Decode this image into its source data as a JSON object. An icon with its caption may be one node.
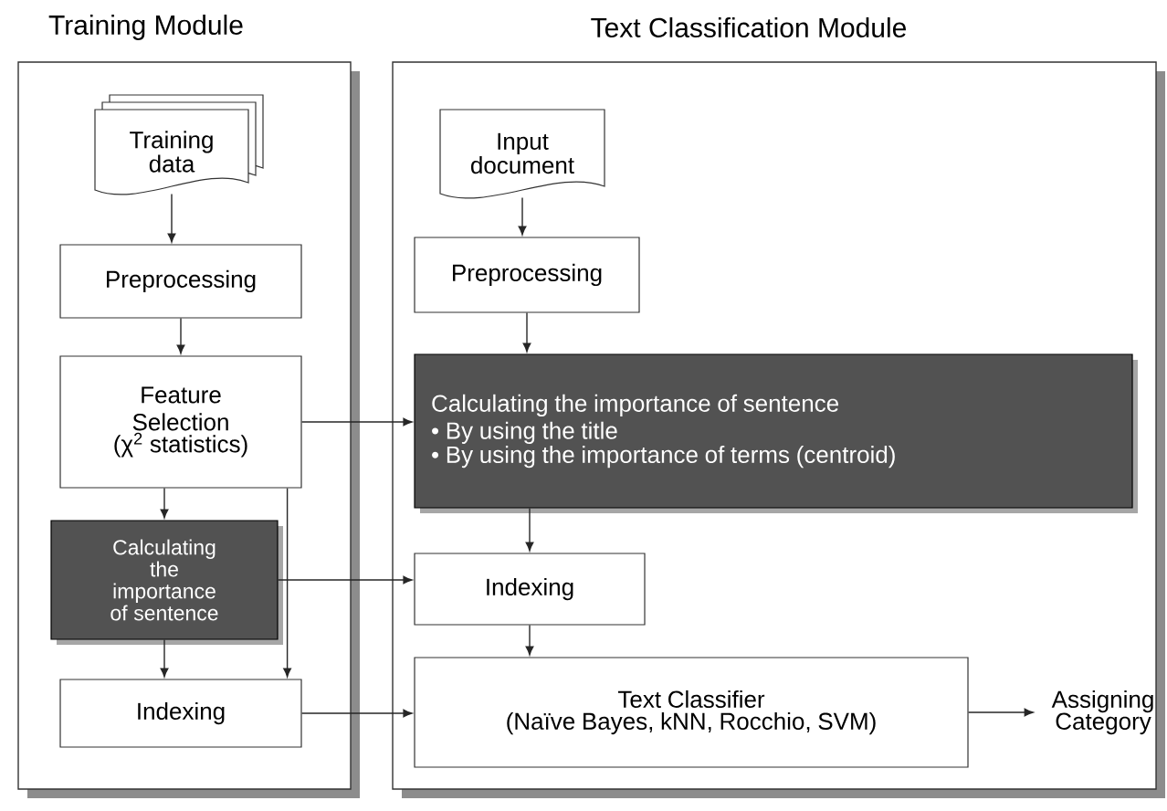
{
  "diagram": {
    "nodes": [
      {
        "text": [
          "Training Module"
        ]
      },
      {
        "text": [
          "Training data"
        ],
        "in": 0
      },
      {
        "text": [
          "Preprocessing"
        ],
        "in": 0
      },
      {
        "text": [
          "Feature Selection",
          "(χ$^{2}$ statistics)"
        ],
        "in": 0
      },
      {
        "text": [
          "Calculating the importance of sentence"
        ],
        "in": 0
      },
      {
        "text": [
          "Indexing"
        ],
        "in": 0
      },
      {
        "text": [
          "Text Classification Module"
        ]
      },
      {
        "text": [
          "Input document"
        ],
        "in": 6
      },
      {
        "text": [
          "Preprocessing"
        ],
        "in": 6
      },
      {
        "text": [
          "Calculating the importance of sentence",
          "• By using the title",
          "• By using the importance of terms (centroid)"
        ],
        "in": 6
      },
      {
        "text": [
          "Indexing"
        ],
        "in": 6
      },
      {
        "text": [
          "Text Classifier",
          "(Naïve Bayes, kNN, Rocchio, SVM)"
        ],
        "in": 6
      },
      {
        "text": [
          "Assigning Category"
        ],
        "in": 6
      }
    ],
    "edges": [
      {
        "from": 1,
        "to": 2,
        "arrow": "to"
      },
      {
        "from": 2,
        "to": 3,
        "arrow": "to"
      },
      {
        "from": 3,
        "to": 4,
        "arrow": "to"
      },
      {
        "from": 4,
        "to": 5,
        "arrow": "to"
      },
      {
        "from": 3,
        "to": 5,
        "arrow": "to"
      },
      {
        "from": 3,
        "to": 9,
        "arrow": "to"
      },
      {
        "from": 4,
        "to": 10,
        "arrow": "to"
      },
      {
        "from": 5,
        "to": 11,
        "arrow": "to"
      },
      {
        "from": 7,
        "to": 8,
        "arrow": "to"
      },
      {
        "from": 8,
        "to": 9,
        "arrow": "to"
      },
      {
        "from": 9,
        "to": 10,
        "arrow": "to"
      },
      {
        "from": 10,
        "to": 11,
        "arrow": "to"
      },
      {
        "from": 11,
        "to": 12,
        "arrow": "to"
      }
    ]
  }
}
